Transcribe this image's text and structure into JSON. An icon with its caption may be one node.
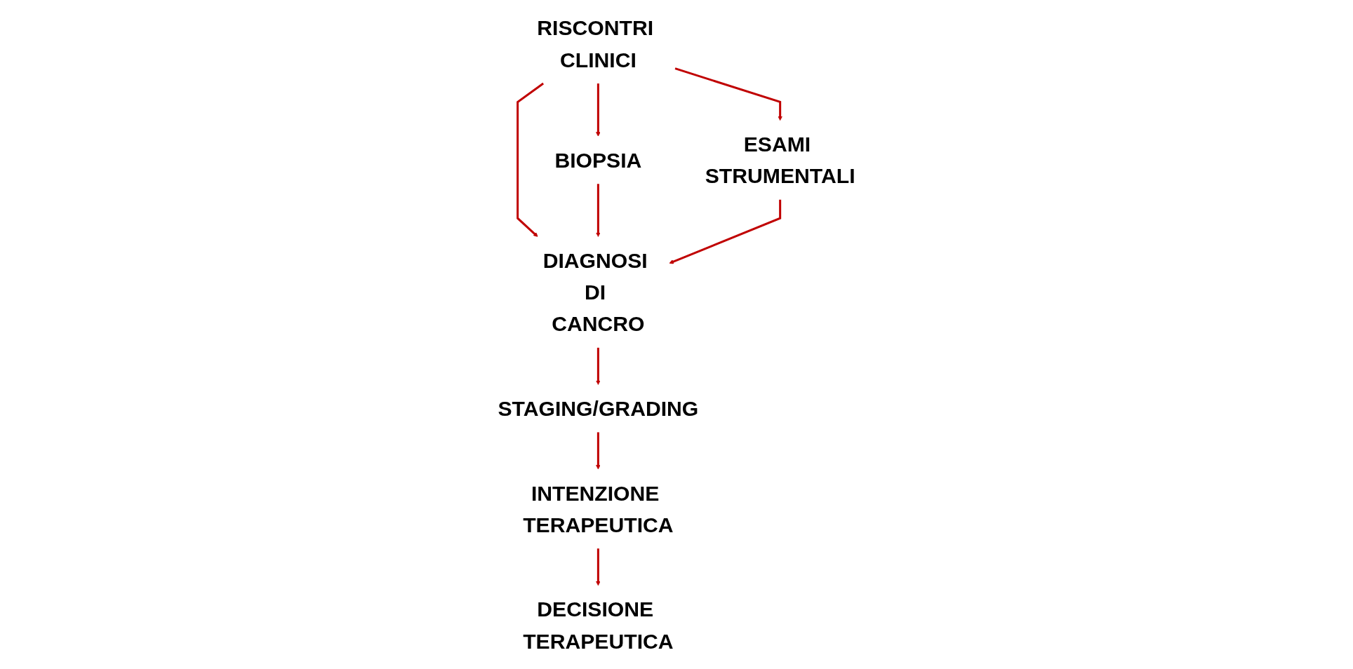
{
  "diagram": {
    "nodes": [
      {
        "text": [
          "RISCONTRI CLINICI"
        ]
      },
      {
        "text": [
          "BIOPSIA"
        ]
      },
      {
        "text": [
          "DIAGNOSI DI CANCRO"
        ]
      },
      {
        "text": [
          "ESAMI STRUMENTALI"
        ]
      },
      {
        "text": [
          "STAGING/GRADING"
        ]
      },
      {
        "text": [
          "INTENZIONE TERAPEUTICA"
        ]
      },
      {
        "text": [
          "DECISIONE TERAPEUTICA"
        ]
      }
    ],
    "edges": [
      {
        "from": 0,
        "to": 1,
        "arrow": "to"
      },
      {
        "from": 0,
        "to": 2,
        "arrow": "to"
      },
      {
        "from": 0,
        "to": 3,
        "arrow": "to"
      },
      {
        "from": 1,
        "to": 2,
        "arrow": "to"
      },
      {
        "from": 3,
        "to": 2,
        "arrow": "to"
      },
      {
        "from": 2,
        "to": 4,
        "arrow": "to"
      },
      {
        "from": 4,
        "to": 5,
        "arrow": "to"
      },
      {
        "from": 5,
        "to": 6,
        "arrow": "to"
      }
    ]
  }
}
